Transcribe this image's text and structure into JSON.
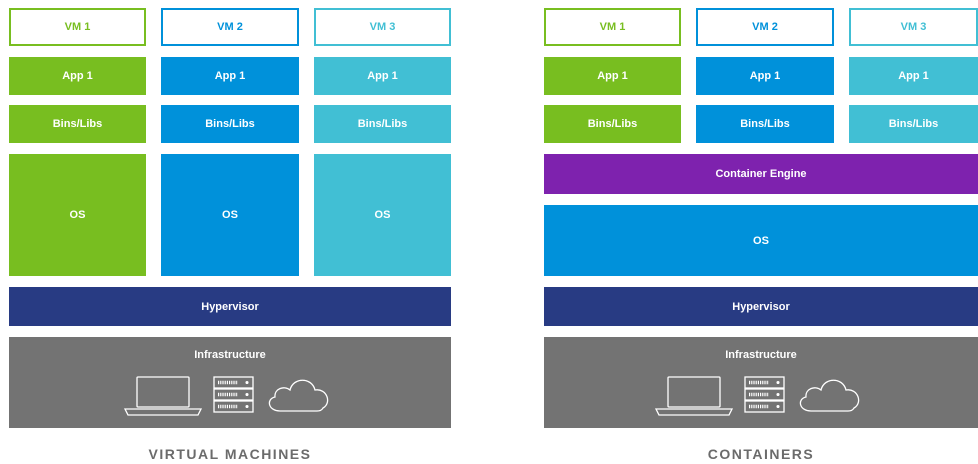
{
  "colors": {
    "green": "#78BE20",
    "blue": "#0091DA",
    "cyan": "#41BFD4",
    "purple": "#7E22AE",
    "navy": "#283B83",
    "gray": "#737373"
  },
  "vm_diagram": {
    "vms": [
      {
        "label": "VM 1",
        "app": "App 1",
        "bins": "Bins/Libs",
        "os": "OS"
      },
      {
        "label": "VM 2",
        "app": "App 1",
        "bins": "Bins/Libs",
        "os": "OS"
      },
      {
        "label": "VM 3",
        "app": "App 1",
        "bins": "Bins/Libs",
        "os": "OS"
      }
    ],
    "hypervisor": "Hypervisor",
    "infrastructure": "Infrastructure",
    "icons": [
      "laptop-icon",
      "server-icon",
      "cloud-icon"
    ],
    "caption": "VIRTUAL MACHINES"
  },
  "container_diagram": {
    "containers": [
      {
        "label": "VM 1",
        "app": "App 1",
        "bins": "Bins/Libs"
      },
      {
        "label": "VM 2",
        "app": "App 1",
        "bins": "Bins/Libs"
      },
      {
        "label": "VM 3",
        "app": "App 1",
        "bins": "Bins/Libs"
      }
    ],
    "engine": "Container Engine",
    "os": "OS",
    "hypervisor": "Hypervisor",
    "infrastructure": "Infrastructure",
    "icons": [
      "laptop-icon",
      "server-icon",
      "cloud-icon"
    ],
    "caption": "CONTAINERS"
  }
}
